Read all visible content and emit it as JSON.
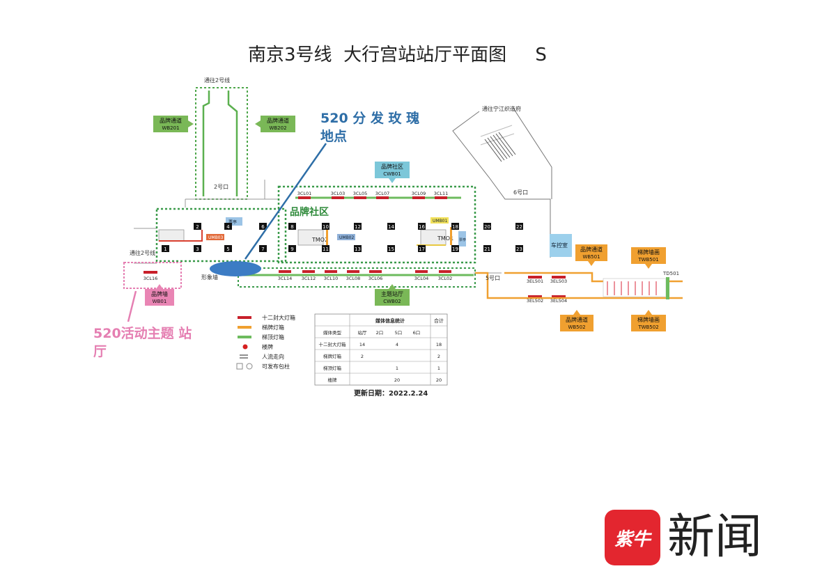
{
  "title": "南京3号线  大行宫站站厅平面图     S",
  "callouts": {
    "rose": "520 分 发 玫 瑰地点",
    "theme_hall": "520活动主题 站厅"
  },
  "labels": {
    "to_line2_top": "通往2号线",
    "to_line2_left": "通往2号线",
    "to_ningjiang": "通往宁江织造府",
    "exit2": "2号口",
    "exit5": "5号口",
    "exit6": "6号口",
    "image_wall": "形象墙",
    "control_room": "车控室",
    "td501": "TD501",
    "brand_community_big": "品牌社区",
    "tmo1": "TMO1",
    "tmo2": "TMO2",
    "umb01": "UMB01",
    "umb02": "UMB02",
    "umb03": "UMB03",
    "pin1": "票亭",
    "pin2": "票亭"
  },
  "tags": [
    {
      "id": "wb201",
      "line1": "品牌通道",
      "line2": "WB201"
    },
    {
      "id": "wb202",
      "line1": "品牌通道",
      "line2": "WB202"
    },
    {
      "id": "cwb01",
      "line1": "品牌社区",
      "line2": "CWB01"
    },
    {
      "id": "cwb02",
      "line1": "主题站厅",
      "line2": "CWB02"
    },
    {
      "id": "wb01",
      "line1": "品牌墙",
      "line2": "WB01"
    },
    {
      "id": "wb501",
      "line1": "品牌通道",
      "line2": "WB501"
    },
    {
      "id": "twb501",
      "line1": "梯牌墙画",
      "line2": "TWB501"
    },
    {
      "id": "wb502",
      "line1": "品牌通道",
      "line2": "WB502"
    },
    {
      "id": "twb502",
      "line1": "梯牌墙画",
      "line2": "TWB502"
    }
  ],
  "lightboxes_top": [
    "3CL01",
    "3CL03",
    "3CL05",
    "3CL07",
    "3CL09",
    "3CL11"
  ],
  "lightboxes_bottom": [
    "3CL14",
    "3CL12",
    "3CL10",
    "3CL08",
    "3CL06",
    "3CL04",
    "3CL02"
  ],
  "lightbox_left": "3CL16",
  "exit5_boxes": [
    "3EL501",
    "3EL503",
    "3EL502",
    "3EL504"
  ],
  "pillars": [
    "1",
    "2",
    "3",
    "4",
    "5",
    "6",
    "7",
    "8",
    "9",
    "10",
    "11",
    "12",
    "13",
    "14",
    "15",
    "16",
    "17",
    "18",
    "19",
    "20",
    "21",
    "22",
    "23"
  ],
  "legend": [
    {
      "label": "十二封大灯箱",
      "color": "#c8202a",
      "kind": "bar"
    },
    {
      "label": "梯牌灯箱",
      "color": "#f0a030",
      "kind": "bar"
    },
    {
      "label": "梯顶灯箱",
      "color": "#6dbb5e",
      "kind": "bar"
    },
    {
      "label": "楼牌",
      "color": "#d62020",
      "kind": "dot"
    },
    {
      "label": "人流走向",
      "color": "#222222",
      "kind": "arrow"
    },
    {
      "label": "可发布包柱",
      "color": "#888888",
      "kind": "shapes"
    }
  ],
  "stats": {
    "header": "媒体信息统计",
    "total_header": "合计",
    "columns": [
      "媒体类型",
      "站厅",
      "2口",
      "5口",
      "6口"
    ],
    "rows": [
      [
        "十二封大灯箱",
        "14",
        "4",
        "",
        "",
        "18"
      ],
      [
        "梯牌灯箱",
        "2",
        "",
        "",
        "",
        "2"
      ],
      [
        "梯顶灯箱",
        "",
        "1",
        "",
        "",
        "1"
      ],
      [
        "楼牌",
        "",
        "20",
        "",
        "",
        "20"
      ]
    ],
    "update": "更新日期：2022.2.24"
  },
  "logo": {
    "mark": "紫牛",
    "text": "新闻"
  }
}
